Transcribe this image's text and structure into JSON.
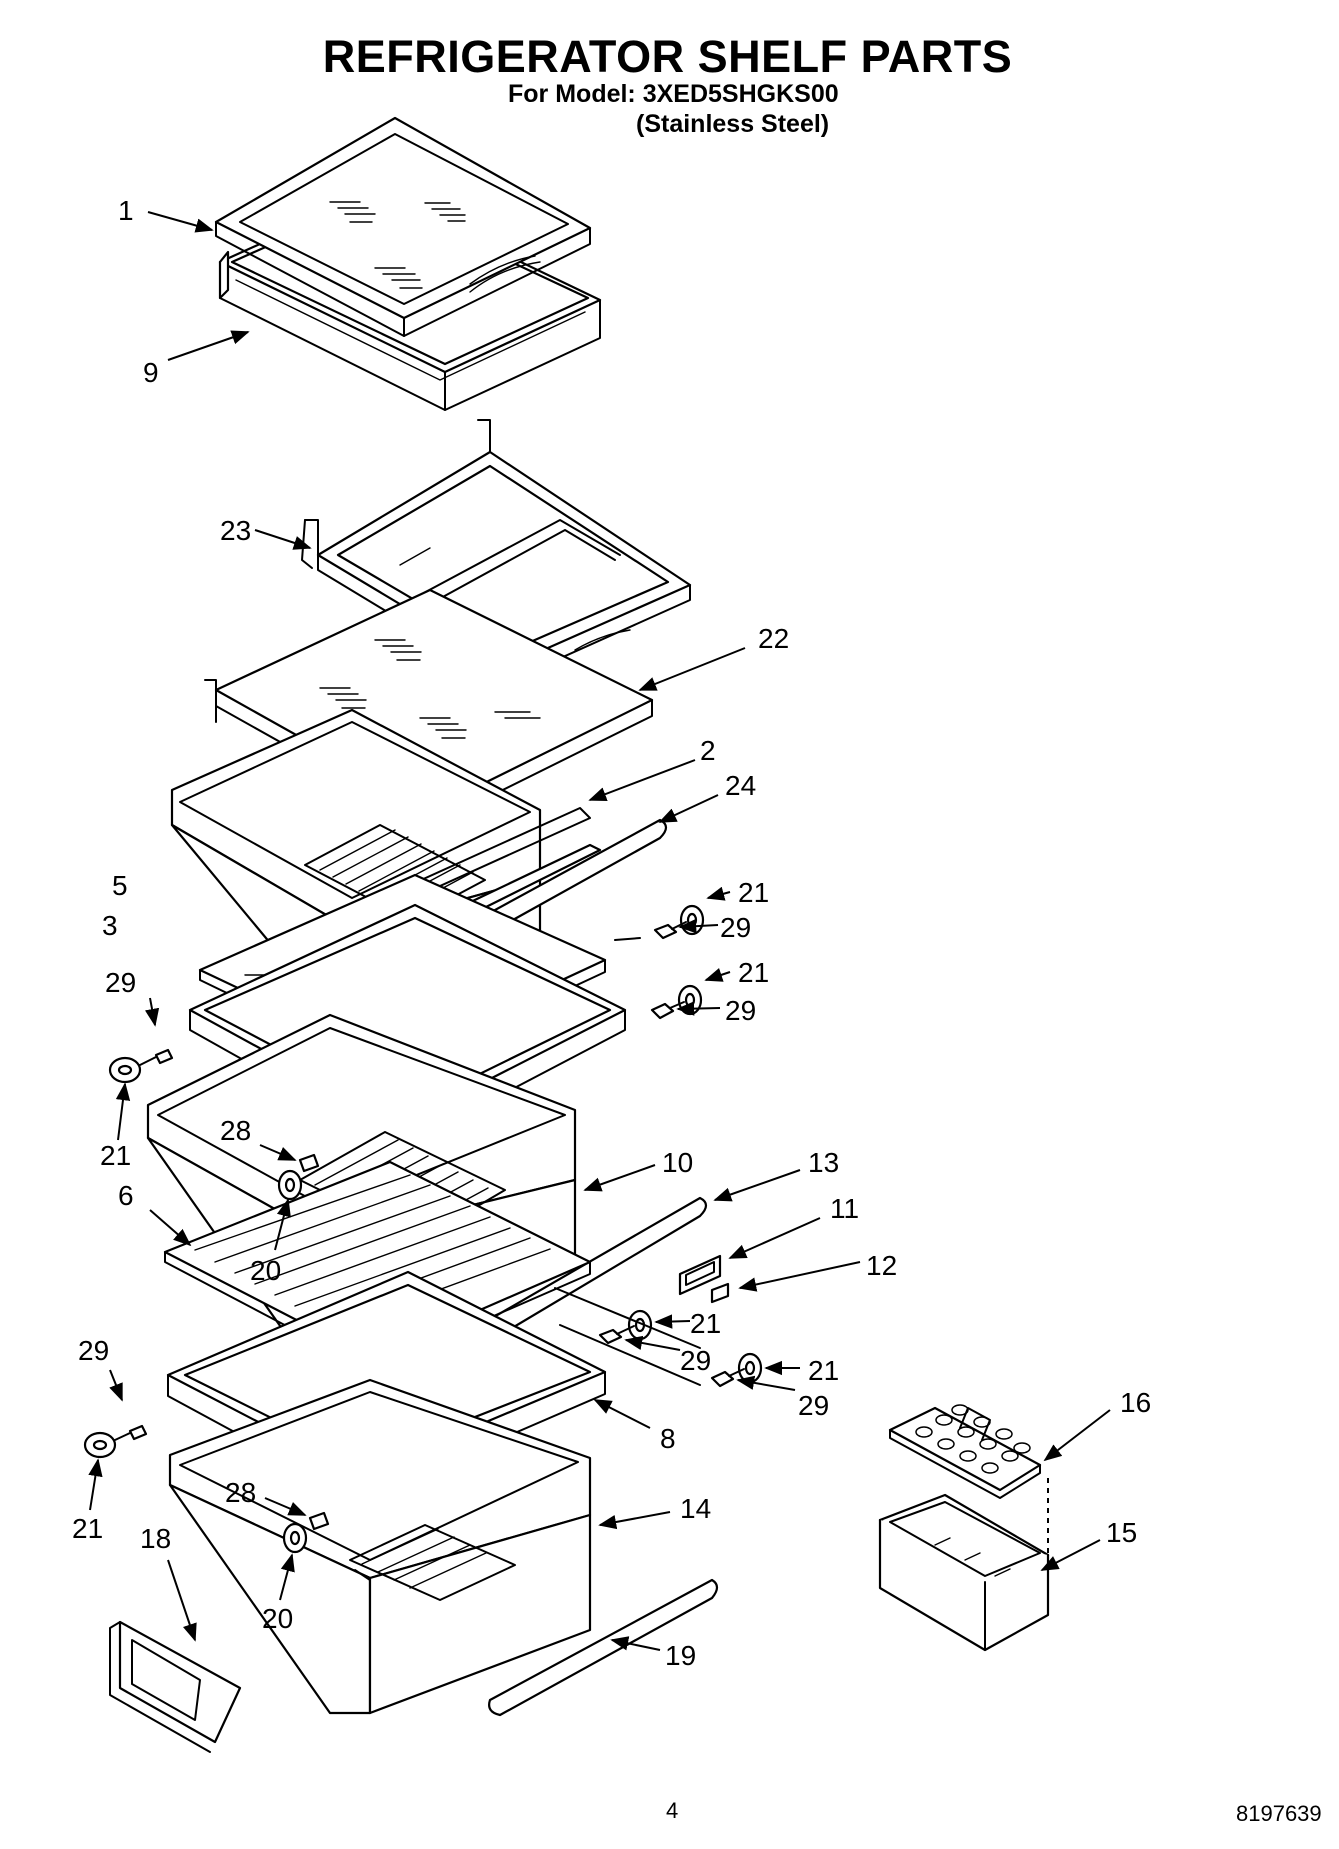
{
  "header": {
    "title": "REFRIGERATOR SHELF PARTS",
    "model_line": "For Model: 3XED5SHGKS00",
    "finish_line": "(Stainless Steel)"
  },
  "footer": {
    "page_number": "4",
    "document_number": "8197639"
  },
  "callouts": {
    "c1": "1",
    "c9": "9",
    "c23": "23",
    "c22": "22",
    "c2": "2",
    "c24": "24",
    "c5": "5",
    "c3": "3",
    "c21a": "21",
    "c29a": "29",
    "c21b": "21",
    "c29b": "29",
    "c29c": "29",
    "c21c": "21",
    "c28a": "28",
    "c20a": "20",
    "c10": "10",
    "c13": "13",
    "c11": "11",
    "c6": "6",
    "c12": "12",
    "c21d": "21",
    "c29d": "29",
    "c21e": "21",
    "c29e": "29",
    "c29f": "29",
    "c21f": "21",
    "c8": "8",
    "c16": "16",
    "c28b": "28",
    "c14": "14",
    "c15": "15",
    "c18": "18",
    "c20b": "20",
    "c19": "19"
  }
}
